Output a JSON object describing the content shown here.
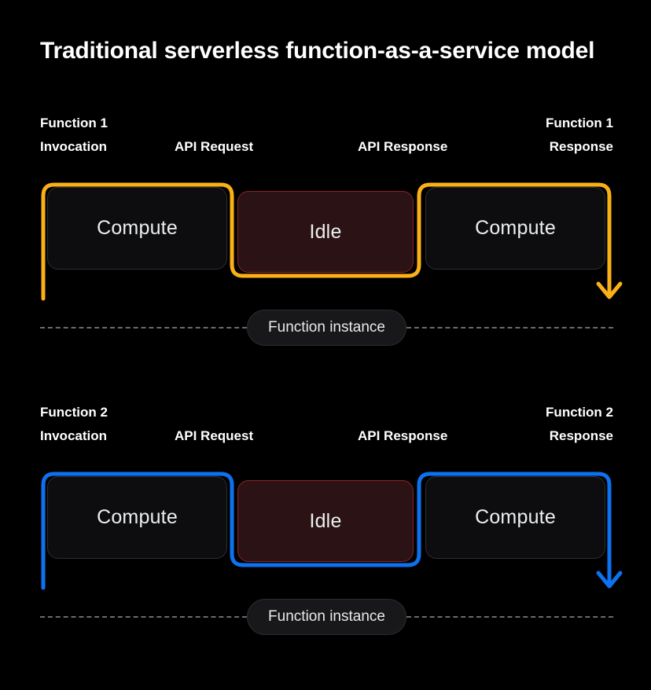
{
  "page": {
    "title": "Traditional serverless function-as-a-service model",
    "background_color": "#000000"
  },
  "colors": {
    "accent_orange": "#fbb016",
    "accent_blue": "#0d72f0",
    "idle_fill": "#2b1315",
    "idle_border": "#8f2126",
    "compute_fill": "#0d0d0f",
    "compute_border": "#2e2f31",
    "dash_line": "#6b6b6b",
    "text_primary": "#ffffff"
  },
  "sections": [
    {
      "id": "function-1",
      "accent_color": "#fbb016",
      "labels": {
        "invocation": "Function 1\nInvocation",
        "api_request": "API Request",
        "api_response": "API Response",
        "response": "Function 1\nResponse"
      },
      "boxes": [
        {
          "label": "Compute",
          "state": "compute"
        },
        {
          "label": "Idle",
          "state": "idle"
        },
        {
          "label": "Compute",
          "state": "compute"
        }
      ],
      "instance_label": "Function instance"
    },
    {
      "id": "function-2",
      "accent_color": "#0d72f0",
      "labels": {
        "invocation": "Function 2\nInvocation",
        "api_request": "API Request",
        "api_response": "API Response",
        "response": "Function 2\nResponse"
      },
      "boxes": [
        {
          "label": "Compute",
          "state": "compute"
        },
        {
          "label": "Idle",
          "state": "idle"
        },
        {
          "label": "Compute",
          "state": "compute"
        }
      ],
      "instance_label": "Function instance"
    }
  ]
}
